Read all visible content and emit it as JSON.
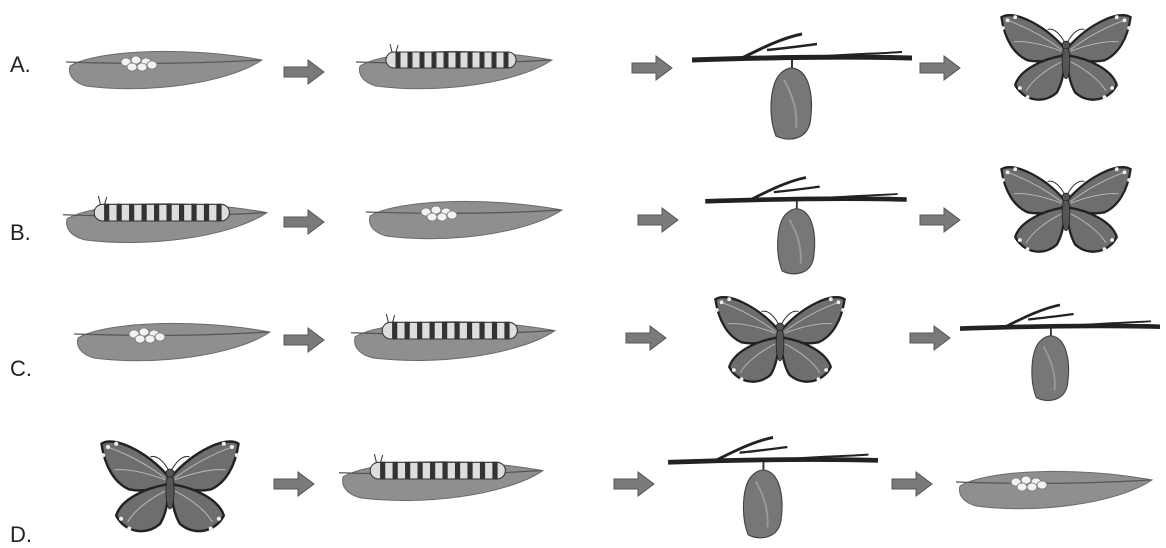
{
  "options": [
    {
      "letter": "A.",
      "stages": [
        "eggs",
        "caterpillar",
        "chrysalis",
        "butterfly"
      ]
    },
    {
      "letter": "B.",
      "stages": [
        "caterpillar",
        "eggs",
        "chrysalis",
        "butterfly"
      ]
    },
    {
      "letter": "C.",
      "stages": [
        "eggs",
        "caterpillar",
        "butterfly",
        "chrysalis"
      ]
    },
    {
      "letter": "D.",
      "stages": [
        "butterfly",
        "caterpillar",
        "chrysalis",
        "eggs"
      ]
    }
  ],
  "icons": {
    "eggs": "leaf-with-eggs-icon",
    "caterpillar": "caterpillar-on-leaf-icon",
    "chrysalis": "chrysalis-on-branch-icon",
    "butterfly": "butterfly-icon",
    "arrow": "arrow-right-icon"
  },
  "colors": {
    "leaf": "#8f8f8f",
    "arrow": "#7a7a7a",
    "wing": "#6e6e6e",
    "dark": "#333333"
  }
}
